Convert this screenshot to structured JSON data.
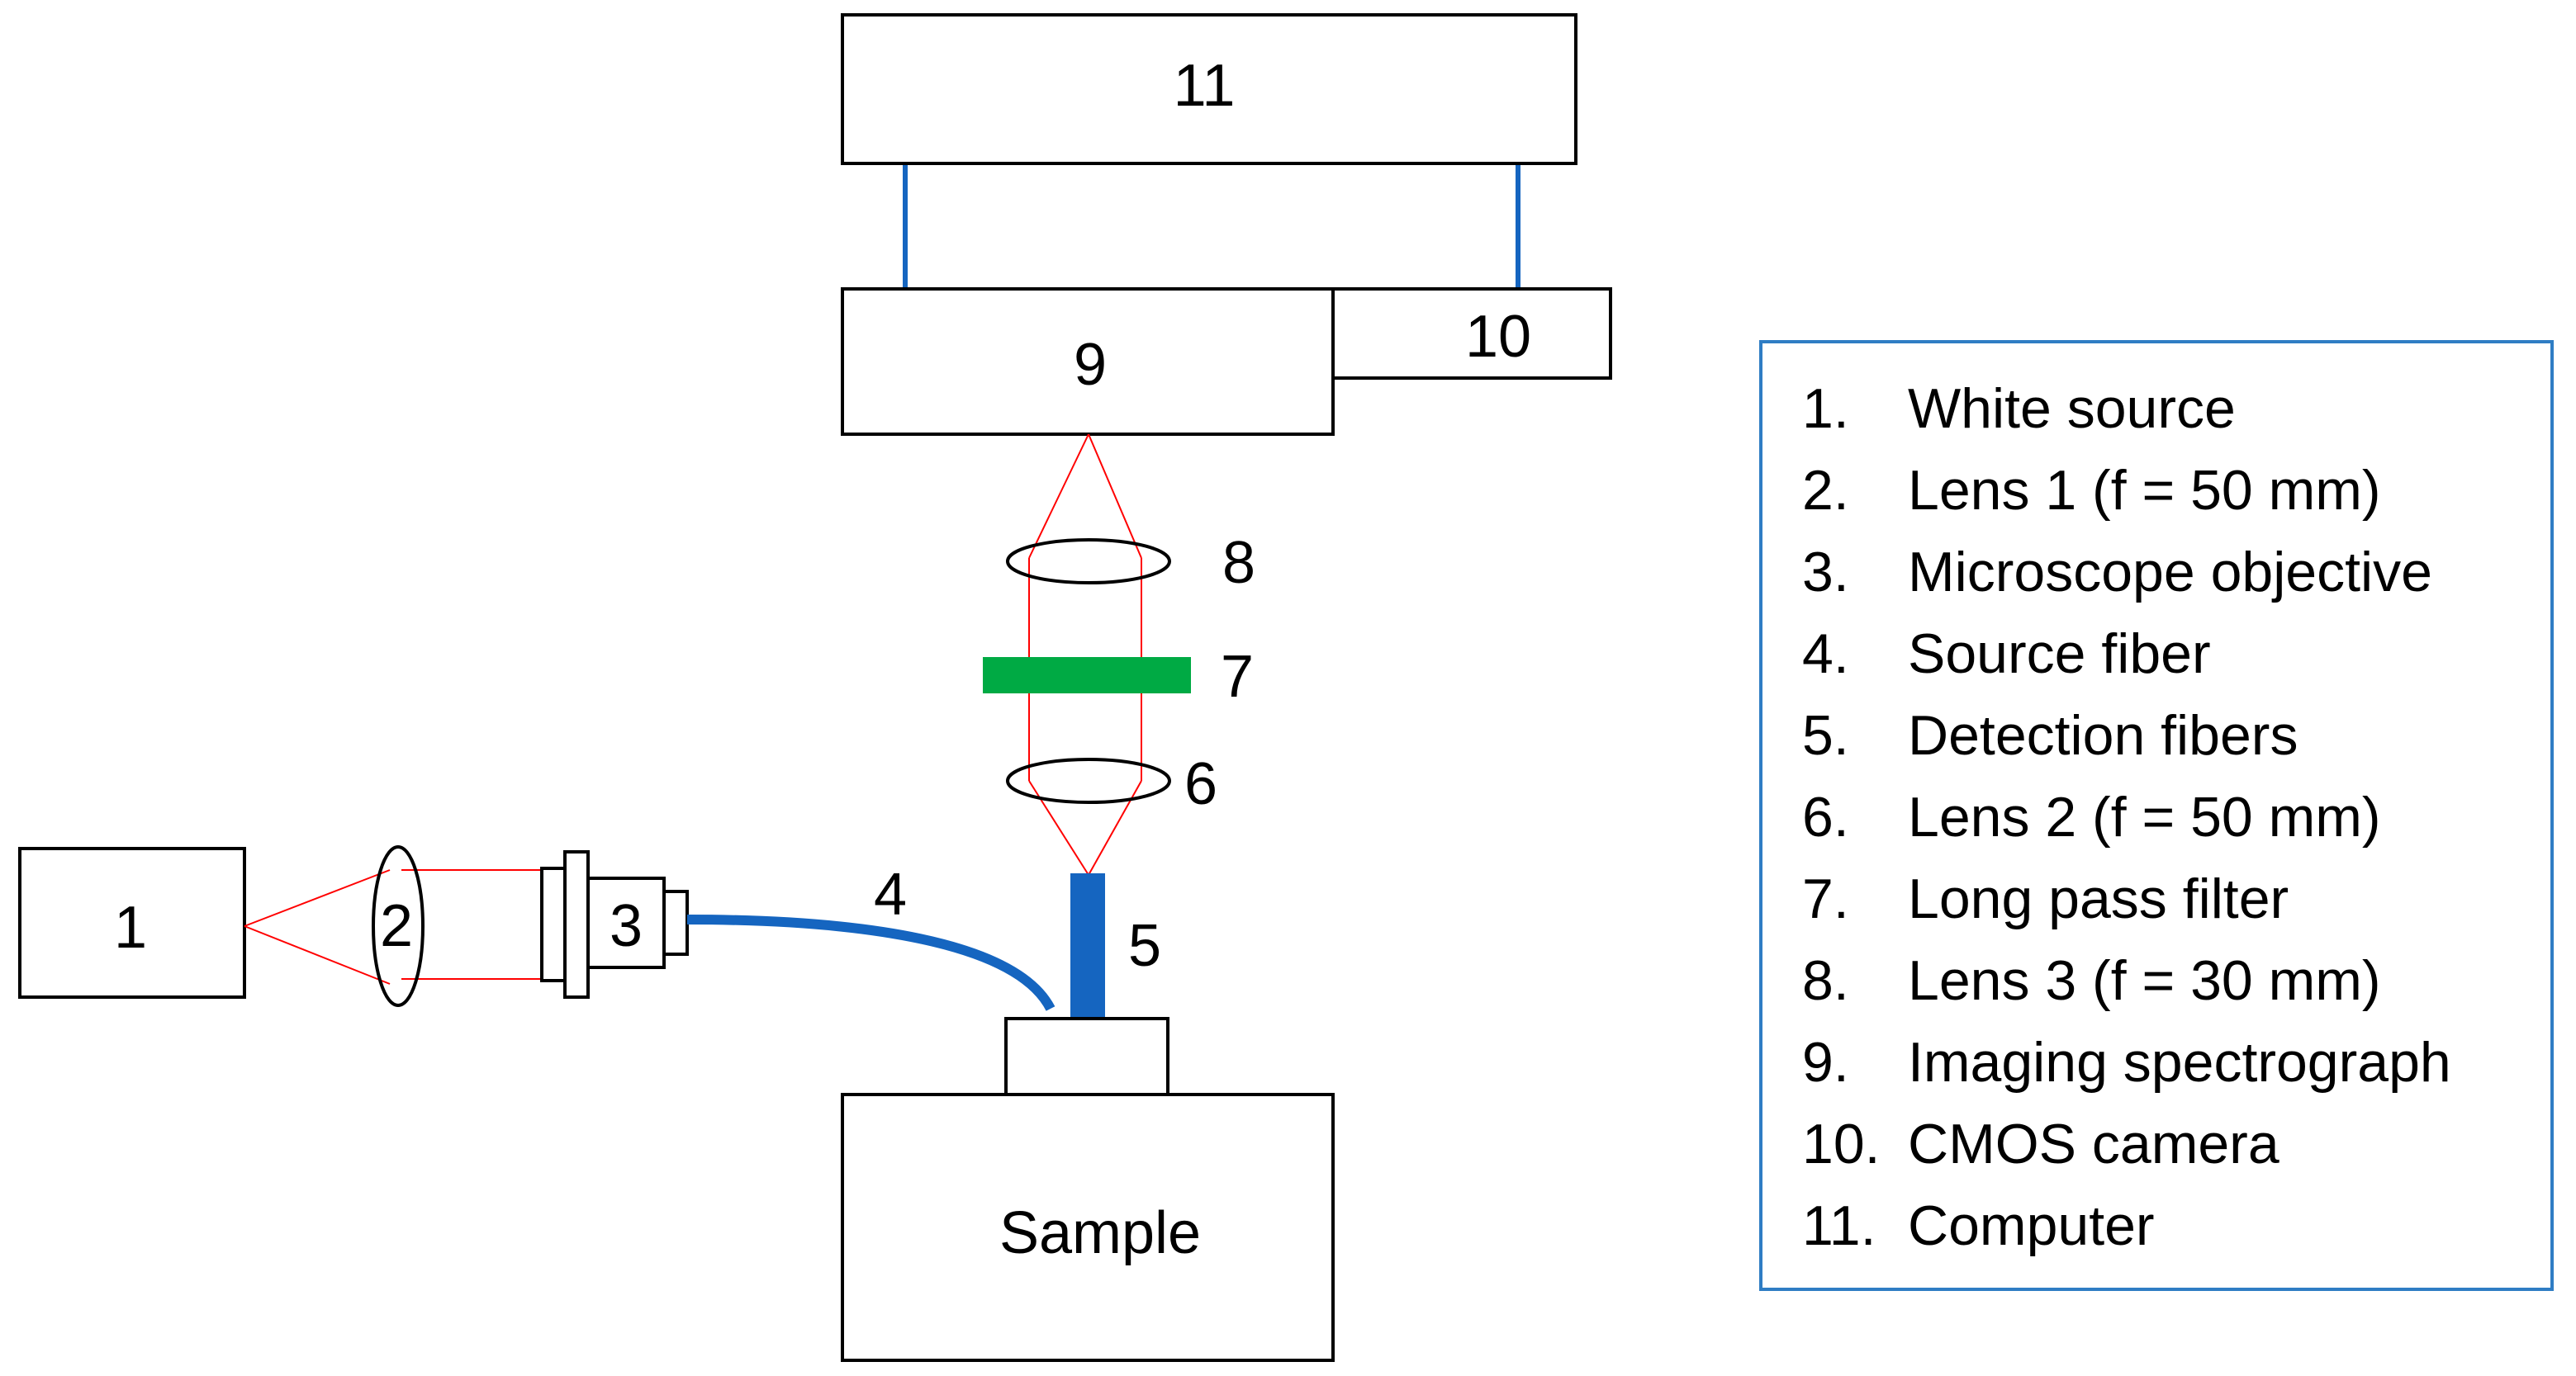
{
  "components": {
    "computer": "11",
    "spectrograph": "9",
    "camera": "10",
    "white_source": "1",
    "lens1": "2",
    "objective": "3",
    "source_fiber": "4",
    "detection_fibers": "5",
    "lens2": "6",
    "filter": "7",
    "lens3": "8",
    "sample": "Sample"
  },
  "legend": {
    "items": [
      {
        "num": "1.",
        "text": "White source"
      },
      {
        "num": "2.",
        "text": "Lens 1 (f = 50 mm)"
      },
      {
        "num": "3.",
        "text": "Microscope objective"
      },
      {
        "num": "4.",
        "text": "Source fiber"
      },
      {
        "num": "5.",
        "text": "Detection fibers"
      },
      {
        "num": "6.",
        "text": "Lens 2 (f = 50 mm)"
      },
      {
        "num": "7.",
        "text": "Long pass filter"
      },
      {
        "num": "8.",
        "text": "Lens 3 (f = 30 mm)"
      },
      {
        "num": "9.",
        "text": "Imaging spectrograph"
      },
      {
        "num": "10.",
        "text": "CMOS camera"
      },
      {
        "num": "11.",
        "text": "Computer"
      }
    ]
  },
  "colors": {
    "fiber": "#1565c0",
    "filter": "#00aa44",
    "light_ray": "#ff0000",
    "legend_border": "#2f7dc4"
  }
}
